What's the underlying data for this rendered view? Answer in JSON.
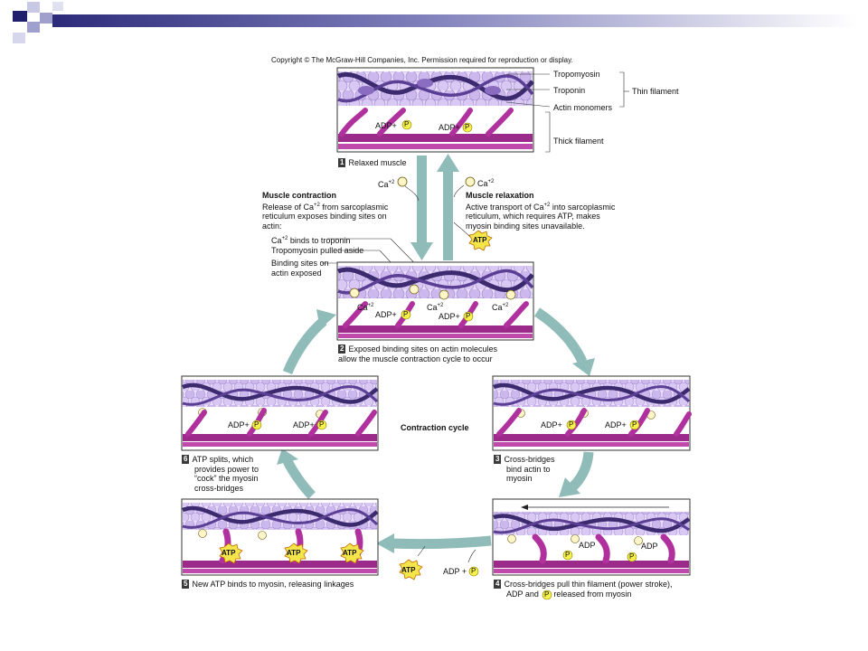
{
  "slide": {
    "copyright": "Copyright © The McGraw-Hill Companies, Inc. Permission required for reproduction or display."
  },
  "labels": {
    "tropomyosin": "Tropomyosin",
    "troponin": "Troponin",
    "actin_monomers": "Actin monomers",
    "thin_filament": "Thin filament",
    "thick_filament": "Thick filament",
    "ca": "Ca",
    "ca_sup": "+2",
    "adp": "ADP",
    "p": "P",
    "atp": "ATP",
    "plus": "+",
    "ca_binds": "binds to troponin",
    "tropo_pulled": "Tropomyosin pulled aside",
    "binding_sites_1": "Binding sites on",
    "binding_sites_2": "actin exposed",
    "contraction_cycle": "Contraction cycle"
  },
  "muscle_contraction": {
    "title": "Muscle contraction",
    "line1a": "Release of Ca",
    "line1b": " from sarcoplasmic",
    "line2": "reticulum exposes binding sites on",
    "line3": "actin:"
  },
  "muscle_relaxation": {
    "title": "Muscle relaxation",
    "line1a": "Active transport of Ca",
    "line1b": " into sarcoplasmic",
    "line2": "reticulum, which requires ATP, makes",
    "line3": "myosin binding sites unavailable."
  },
  "steps": [
    {
      "num": "1",
      "lines": [
        "Relaxed muscle"
      ]
    },
    {
      "num": "2",
      "lines": [
        "Exposed binding sites on actin molecules",
        "allow the muscle contraction cycle to occur"
      ]
    },
    {
      "num": "3",
      "lines": [
        "Cross-bridges",
        "bind actin to",
        "myosin"
      ]
    },
    {
      "num": "4",
      "lines": [
        "Cross-bridges pull thin filament (power stroke),",
        "ADP and",
        "released from myosin"
      ]
    },
    {
      "num": "5",
      "lines": [
        "New ATP binds to myosin, releasing linkages"
      ]
    },
    {
      "num": "6",
      "lines": [
        "ATP splits, which",
        "provides power to",
        "“cock” the myosin",
        "cross-bridges"
      ]
    }
  ]
}
